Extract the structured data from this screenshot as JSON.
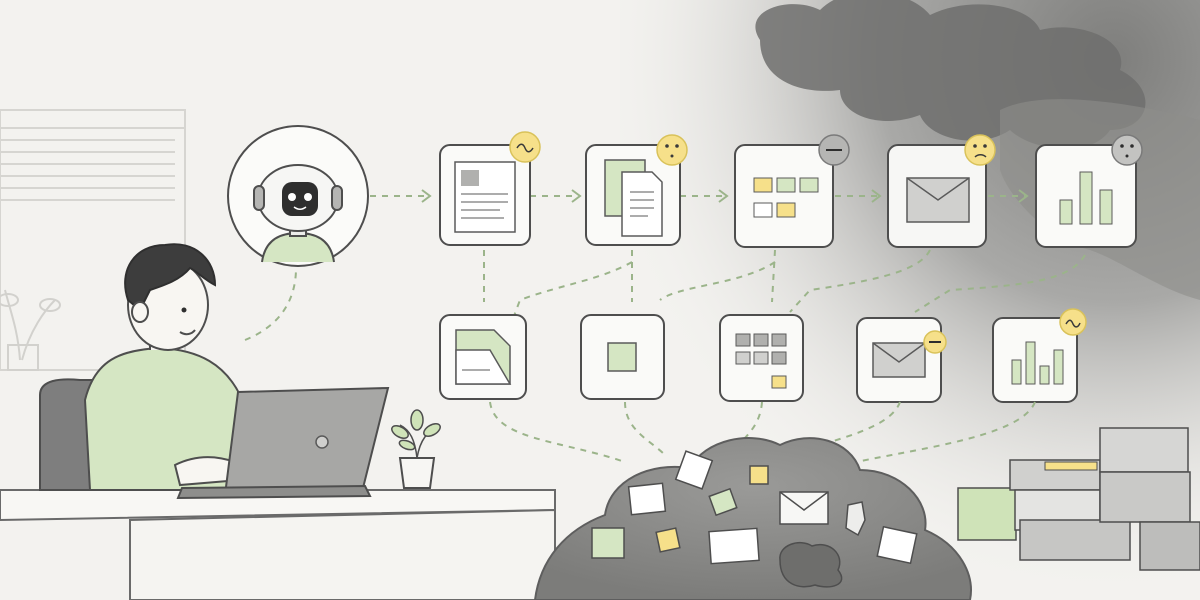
{
  "scene": {
    "description_free": true
  },
  "colors": {
    "background": "#f3f2ef",
    "line": "#5a5a5a",
    "accent_green": "#cfe3b8",
    "accent_green_dark": "#9fbf86",
    "accent_yellow": "#f6e08a",
    "smoke_dark": "#8a8a8a",
    "smoke_light": "#c9c9c7",
    "card_fill": "#fafaf8",
    "arrow": "#9bb48a"
  },
  "icons": {
    "top_row": [
      "document-icon",
      "files-icon",
      "grid-icon",
      "envelope-icon",
      "bar-chart-icon"
    ],
    "bottom_row": [
      "folded-document-icon",
      "square-icon",
      "grid-icon",
      "envelope-icon",
      "bar-chart-icon"
    ],
    "top_badges": [
      "wave-badge",
      "confused-badge",
      "minus-badge",
      "confused-badge",
      "confused-badge"
    ],
    "bottom_badges": [
      "",
      "",
      "",
      "minus-badge",
      "wave-badge"
    ]
  }
}
